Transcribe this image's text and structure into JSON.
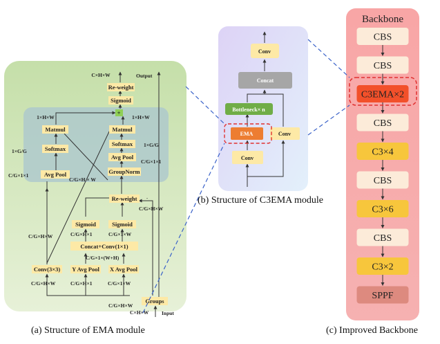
{
  "ema": {
    "caption": "(a) Structure of EMA module",
    "boxes": {
      "reweight_top": "Re-weight",
      "sigmoid_top": "Sigmoid",
      "matmul_left": "Matmul",
      "softmax_left": "Softmax",
      "avgpool_left": "Avg Pool",
      "matmul_right": "Matmul",
      "softmax_right": "Softmax",
      "avgpool_right": "Avg Pool",
      "groupnorm": "GroupNorm",
      "reweight_mid": "Re-weight",
      "sigmoid_l": "Sigmoid",
      "sigmoid_r": "Sigmoid",
      "concat_conv": "Concat+Conv(1×1)",
      "conv33": "Conv(3×3)",
      "yavg": "Y Avg Pool",
      "xavg": "X Avg Pool",
      "groups": "Groups",
      "plus": "+"
    },
    "labels": {
      "out_dim": "C×H×W",
      "output": "Output",
      "d1hw_left": "1×H×W",
      "d1hw_right": "1×H×W",
      "d1gg_left": "1×G/G",
      "d1gg_right": "1×G/G",
      "dcg11_left": "C/G×1×1",
      "dcg11_right": "C/G×1×1",
      "dcghw_diag": "C/G×H × W",
      "dcghw_rw": "C/G×H×W",
      "dcgh1": "C/G×H×1",
      "dcg1w": "C/G×1×W",
      "dcg1wh": "C/G×1×(W+H)",
      "dcghw_left": "C/G×H×W",
      "dcghw_conv": "C/G×H×W",
      "dcgh1_b": "C/G×H×1",
      "dcg1w_b": "C/G×1×W",
      "dcghw_groups": "C/G×H×W",
      "in_dim": "C×H×W",
      "input": "Input"
    }
  },
  "c3ema": {
    "caption": "(b) Structure of C3EMA module",
    "boxes": {
      "conv_top": "Conv",
      "concat": "Concat",
      "bottleneck": "Bottleneck× n",
      "ema": "EMA",
      "conv_right": "Conv",
      "conv_bottom": "Conv"
    }
  },
  "backbone": {
    "caption": "(c) Improved Backbone",
    "title": "Backbone",
    "items": [
      "CBS",
      "CBS",
      "C3EMA×2",
      "CBS",
      "C3×4",
      "CBS",
      "C3×6",
      "CBS",
      "C3×2",
      "SPPF"
    ]
  },
  "colors": {
    "ema_bg": "#d6e8c4",
    "c3_bg": "#e2defa",
    "backbone_bg": "#f7a9a9",
    "box_yellow": "#fde9a6",
    "box_cream": "#fcebd9",
    "box_gold": "#f7c63c",
    "box_orange": "#f2502a",
    "box_green": "#70ad47",
    "box_gray": "#a6a6a6",
    "box_ema": "#ed7d31",
    "box_sppf": "#dd8a7f",
    "dash_red": "#e03030",
    "dash_blue": "#3a62c9"
  }
}
